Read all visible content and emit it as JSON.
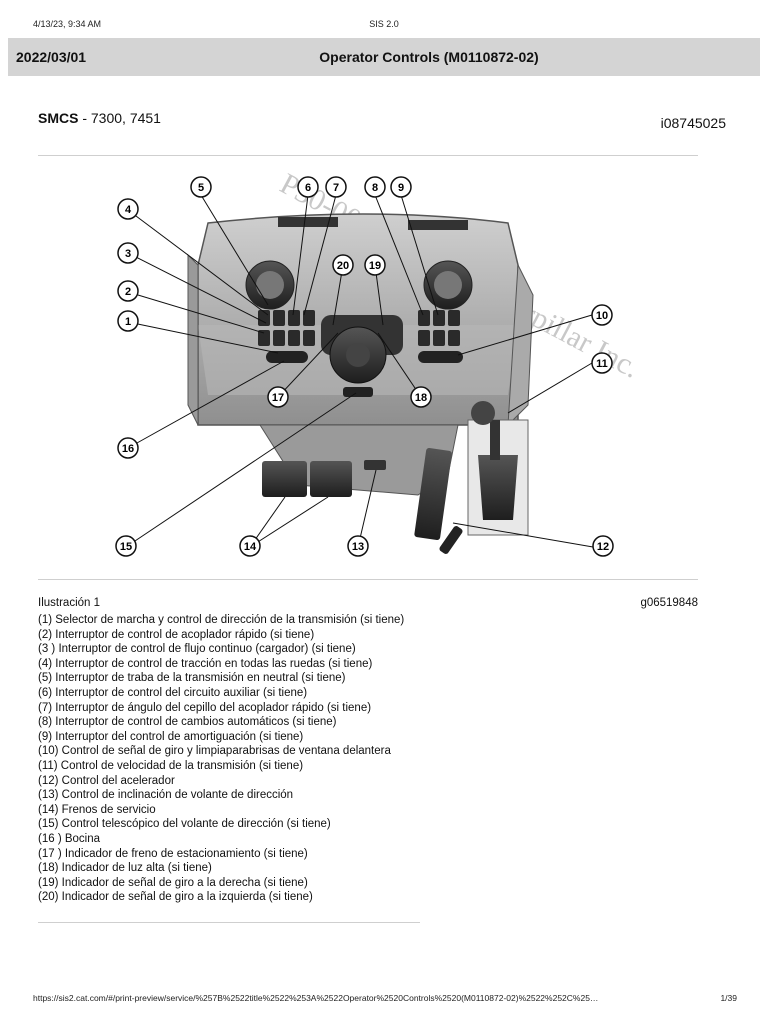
{
  "print_header": {
    "datetime": "4/13/23, 9:34 AM",
    "app": "SIS 2.0"
  },
  "title_bar": {
    "date": "2022/03/01",
    "title": "Operator Controls (M0110872-02)"
  },
  "smcs": {
    "label": "SMCS",
    "codes": " - 7300, 7451"
  },
  "document_id": "i08745025",
  "figure": {
    "watermark": "P30-000005DA... Caterpillar Inc.",
    "callouts": [
      "1",
      "2",
      "3",
      "4",
      "5",
      "6",
      "7",
      "8",
      "9",
      "10",
      "11",
      "12",
      "13",
      "14",
      "15",
      "16",
      "17",
      "18",
      "19",
      "20"
    ]
  },
  "caption": {
    "label": "Ilustración 1",
    "graphic_id": "g06519848"
  },
  "legend": [
    "(1) Selector de marcha y control de dirección de la transmisión (si tiene)",
    "(2) Interruptor de control de acoplador rápido (si tiene)",
    "(3 ) Interruptor de control de flujo continuo (cargador) (si tiene)",
    "(4) Interruptor de control de tracción en todas las ruedas (si tiene)",
    "(5) Interruptor de traba de la transmisión en neutral (si tiene)",
    "(6) Interruptor de control del circuito auxiliar (si tiene)",
    "(7) Interruptor de ángulo del cepillo del acoplador rápido (si tiene)",
    "(8) Interruptor de control de cambios automáticos (si tiene)",
    "(9) Interruptor del control de amortiguación (si tiene)",
    "(10) Control de señal de giro y limpiaparabrisas de ventana delantera",
    "(11) Control de velocidad de la transmisión (si tiene)",
    "(12) Control del acelerador",
    "(13) Control de inclinación de volante de dirección",
    "(14) Frenos de servicio",
    "(15) Control telescópico del volante de dirección (si tiene)",
    "(16 ) Bocina",
    "(17 ) Indicador de freno de estacionamiento (si tiene)",
    "(18) Indicador de luz alta (si tiene)",
    "(19) Indicador de señal de giro a la derecha (si tiene)",
    "(20) Indicador de señal de giro a la izquierda (si tiene)"
  ],
  "print_footer": {
    "url": "https://sis2.cat.com/#/print-preview/service/%257B%2522title%2522%253A%2522Operator%2520Controls%2520(M0110872-02)%2522%252C%25…",
    "page": "1/39"
  }
}
